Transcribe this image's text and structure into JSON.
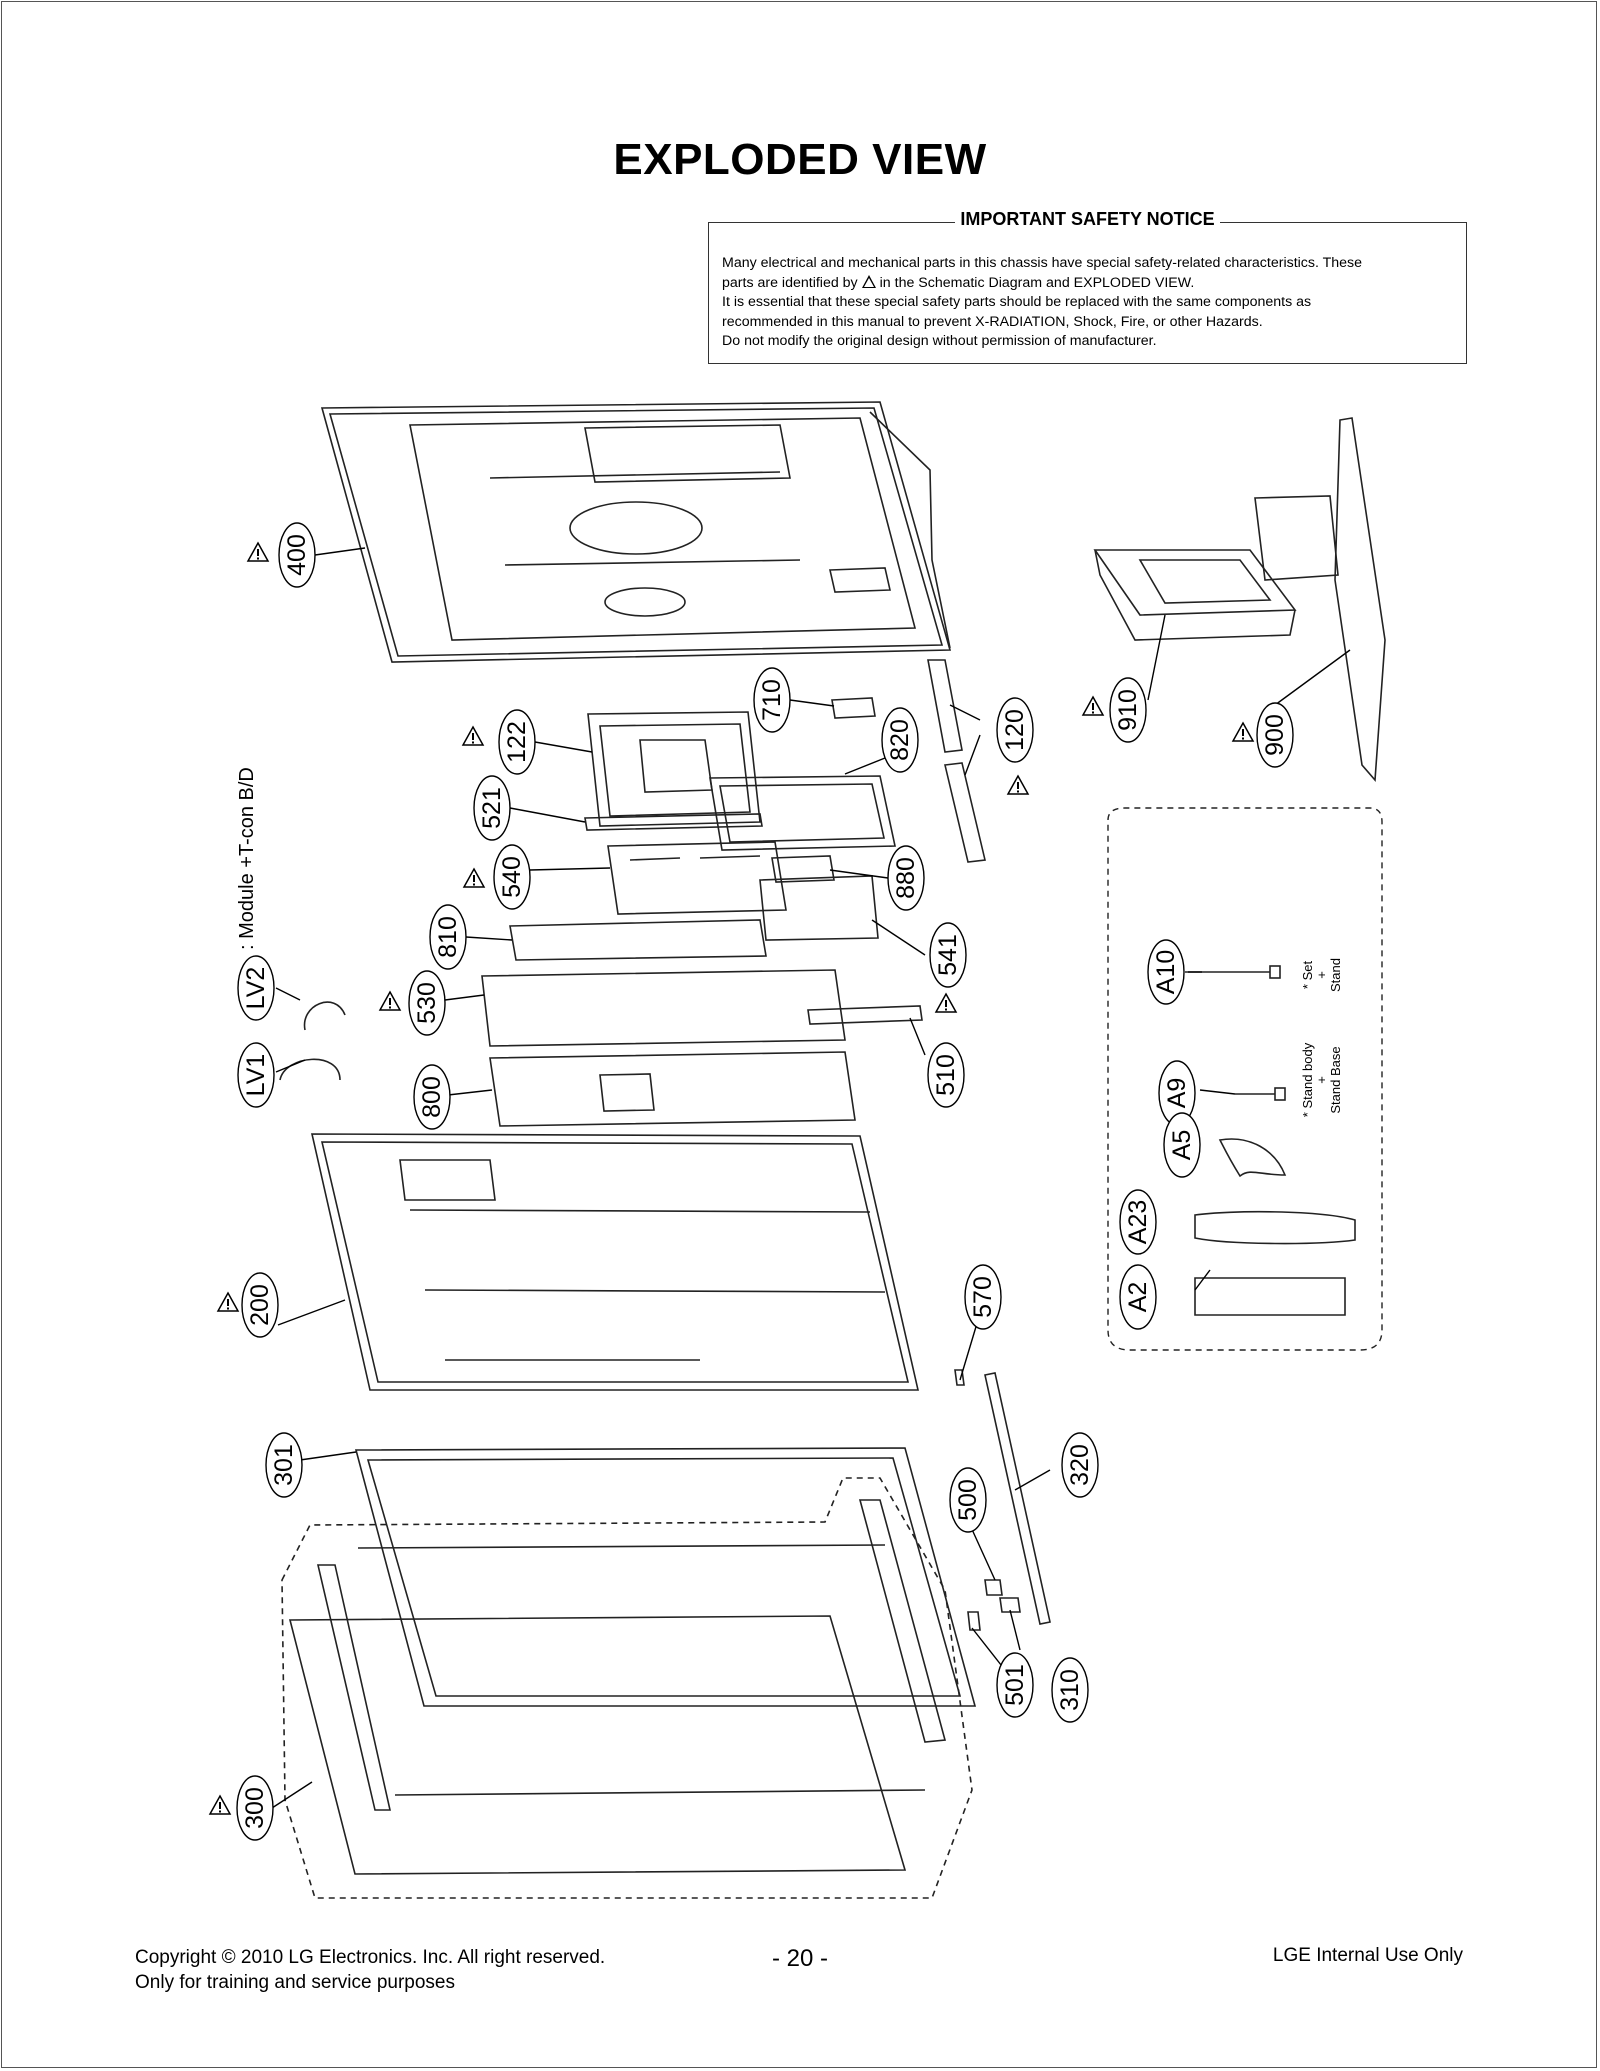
{
  "page": {
    "title": "EXPLODED VIEW"
  },
  "notice": {
    "heading": "IMPORTANT SAFETY NOTICE",
    "line1": "Many electrical and mechanical parts in this chassis have special safety-related characteristics. These",
    "line2_before": "parts are identified by",
    "line2_after": "in the Schematic Diagram and EXPLODED VIEW.",
    "line3": "It is essential that these special safety parts should be replaced with the same components as",
    "line4": "recommended in this manual to prevent X-RADIATION, Shock, Fire, or other Hazards.",
    "line5": "Do not modify the original design without permission of manufacturer."
  },
  "diagram": {
    "side_label": ": Module +T-con B/D",
    "parts": {
      "p400": "400",
      "p122": "122",
      "p521": "521",
      "p540": "540",
      "p810": "810",
      "p530": "530",
      "p800": "800",
      "p200": "200",
      "p301": "301",
      "p300": "300",
      "p710": "710",
      "p820": "820",
      "p120": "120",
      "p880": "880",
      "p541": "541",
      "p510": "510",
      "p570": "570",
      "p320": "320",
      "p500": "500",
      "p501": "501",
      "p310": "310",
      "p910": "910",
      "p900": "900",
      "pLV2": "LV2",
      "pLV1": "LV1"
    },
    "accessories": {
      "a10": "A10",
      "a9": "A9",
      "a5": "A5",
      "a23": "A23",
      "a2": "A2",
      "set_stand": [
        "* Set",
        "+",
        "Stand"
      ],
      "standbody_base": [
        "* Stand body",
        "+",
        "Stand Base"
      ]
    }
  },
  "footer": {
    "copyright": "Copyright  © 2010 LG Electronics. Inc. All right reserved.",
    "training": "Only for training and service purposes",
    "page_number": "- 20 -",
    "internal": "LGE Internal Use Only"
  }
}
